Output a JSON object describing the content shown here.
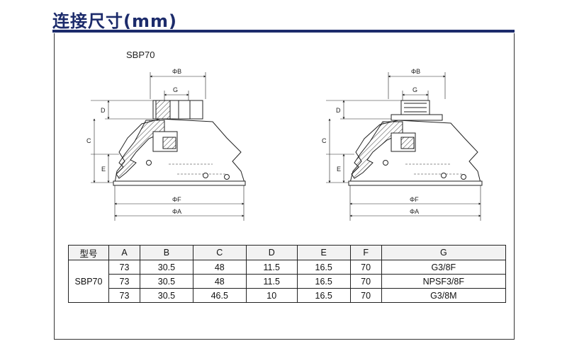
{
  "title": "连接尺寸(mm)",
  "model_label": "SBP70",
  "drawing": {
    "dims": {
      "phi_b": "ΦB",
      "g": "G",
      "d": "D",
      "c": "C",
      "e": "E",
      "phi_f": "ΦF",
      "phi_a": "ΦA"
    }
  },
  "table": {
    "headers": [
      "型号",
      "A",
      "B",
      "C",
      "D",
      "E",
      "F",
      "G"
    ],
    "model": "SBP70",
    "rows": [
      [
        "73",
        "30.5",
        "48",
        "11.5",
        "16.5",
        "70",
        "G3/8F"
      ],
      [
        "73",
        "30.5",
        "48",
        "11.5",
        "16.5",
        "70",
        "NPSF3/8F"
      ],
      [
        "73",
        "30.5",
        "46.5",
        "10",
        "16.5",
        "70",
        "G3/8M"
      ]
    ]
  }
}
